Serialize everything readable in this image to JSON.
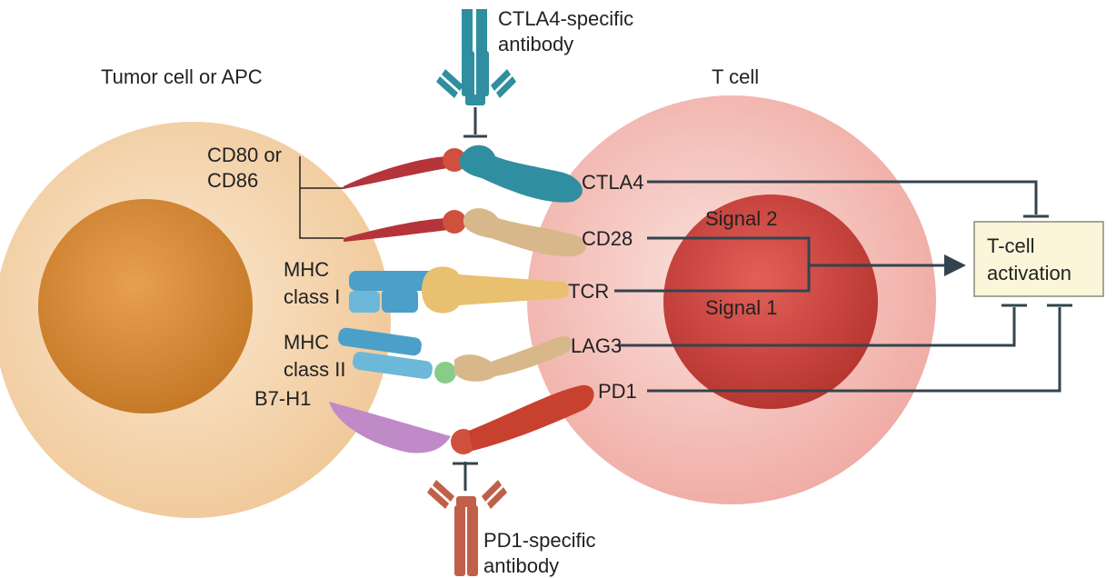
{
  "labels": {
    "apc_cell": "Tumor cell or APC",
    "t_cell": "T cell",
    "ctla4_antibody_line1": "CTLA4-specific",
    "ctla4_antibody_line2": "antibody",
    "pd1_antibody_line1": "PD1-specific",
    "pd1_antibody_line2": "antibody",
    "cd80_line1": "CD80 or",
    "cd80_line2": "CD86",
    "mhc1_line1": "MHC",
    "mhc1_line2": "class I",
    "mhc2_line1": "MHC",
    "mhc2_line2": "class II",
    "b7h1": "B7-H1",
    "ctla4": "CTLA4",
    "cd28": "CD28",
    "tcr": "TCR",
    "lag3": "LAG3",
    "pd1": "PD1",
    "signal2": "Signal 2",
    "signal1": "Signal 1",
    "activation_line1": "T-cell",
    "activation_line2": "activation"
  },
  "colors": {
    "apc_outer": "#f3d4ae",
    "apc_nucleus": "#d0852f",
    "tcell_outer": "#f2b5ae",
    "tcell_nucleus": "#c8403a",
    "ctla4_teal": "#2f8ea0",
    "cd80_red": "#b4343a",
    "cd28_tan": "#d8b88a",
    "mhc_blue": "#4aa0c8",
    "tcr_yellow": "#e8c070",
    "b7h1_purple": "#c08ac8",
    "pd1_red": "#c8402e",
    "pd1_antibody": "#c06048",
    "activation_box": "#fbf6da",
    "arrow": "#33444e"
  }
}
